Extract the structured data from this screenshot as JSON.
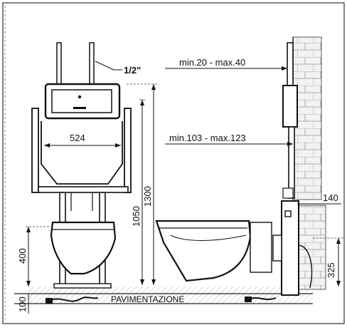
{
  "labels": {
    "pipe_size": "1/2\"",
    "frame_width": "524",
    "height_1050": "1050",
    "height_1300": "1300",
    "height_400": "400",
    "height_100": "100",
    "depth_top": "min.20 - max.40",
    "depth_mid": "min.103 - max.123",
    "wall_offset": "140",
    "drain_height": "325",
    "floor": "PAVIMENTAZIONE"
  }
}
